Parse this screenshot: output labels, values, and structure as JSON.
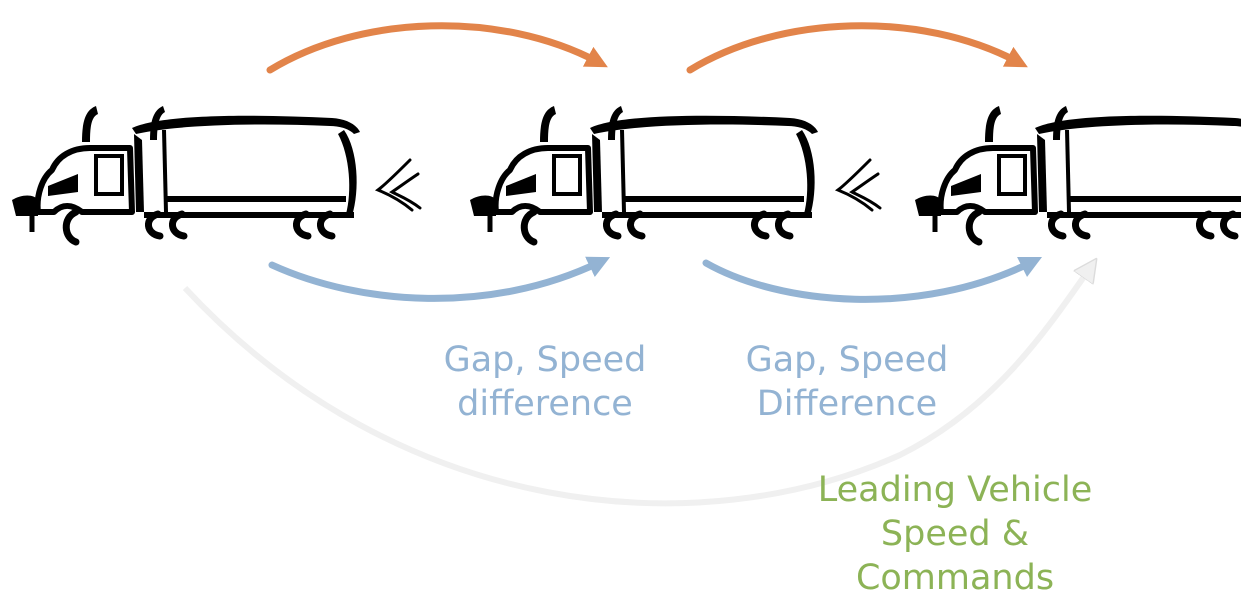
{
  "colors": {
    "communication": "#E2844A",
    "sensing": "#93B3D3",
    "leader": "#8CB356",
    "truck": "#000000",
    "leader_arrow": "#F0F0F0"
  },
  "icons": [
    "truck-icon",
    "radar-wave-icon"
  ],
  "labels": {
    "gap_1": [
      "Gap, Speed",
      "difference"
    ],
    "gap_2": [
      "Gap, Speed",
      "Difference"
    ],
    "leader": [
      "Leading Vehicle",
      "Speed &",
      "Commands"
    ]
  }
}
